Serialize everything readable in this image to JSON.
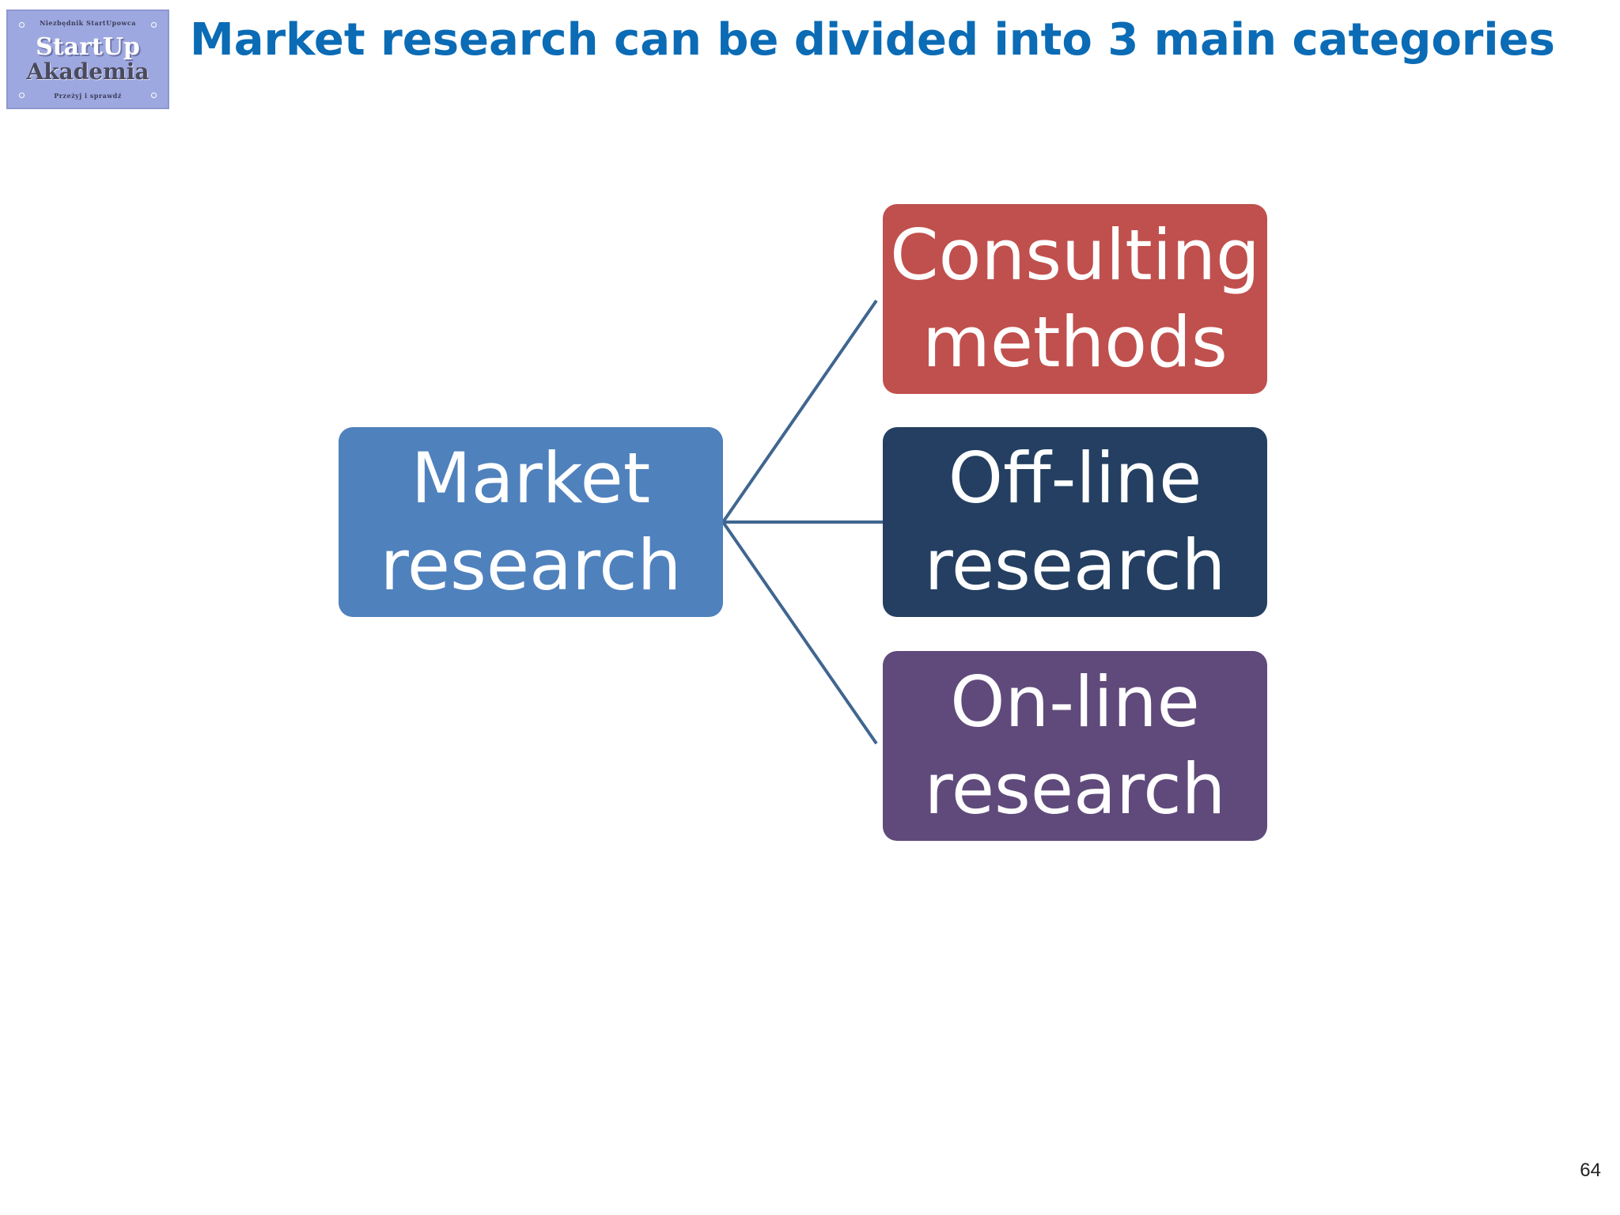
{
  "logo": {
    "top_text": "Niezbędnik StartUpowca",
    "main_text": "StartUp",
    "sub_text": "Akademia",
    "bottom_text": "Przeżyj i sprawdź"
  },
  "title": "Market research can be divided into 3 main categories",
  "diagram": {
    "root": {
      "label": "Market research",
      "color": "#4f81bd"
    },
    "children": [
      {
        "label": "Consulting methods",
        "color": "#c0504d"
      },
      {
        "label": "Off-line research",
        "color": "#243f61"
      },
      {
        "label": "On-line research",
        "color": "#604a7b"
      }
    ],
    "connector_color": "#3f6690"
  },
  "page_number": "64"
}
